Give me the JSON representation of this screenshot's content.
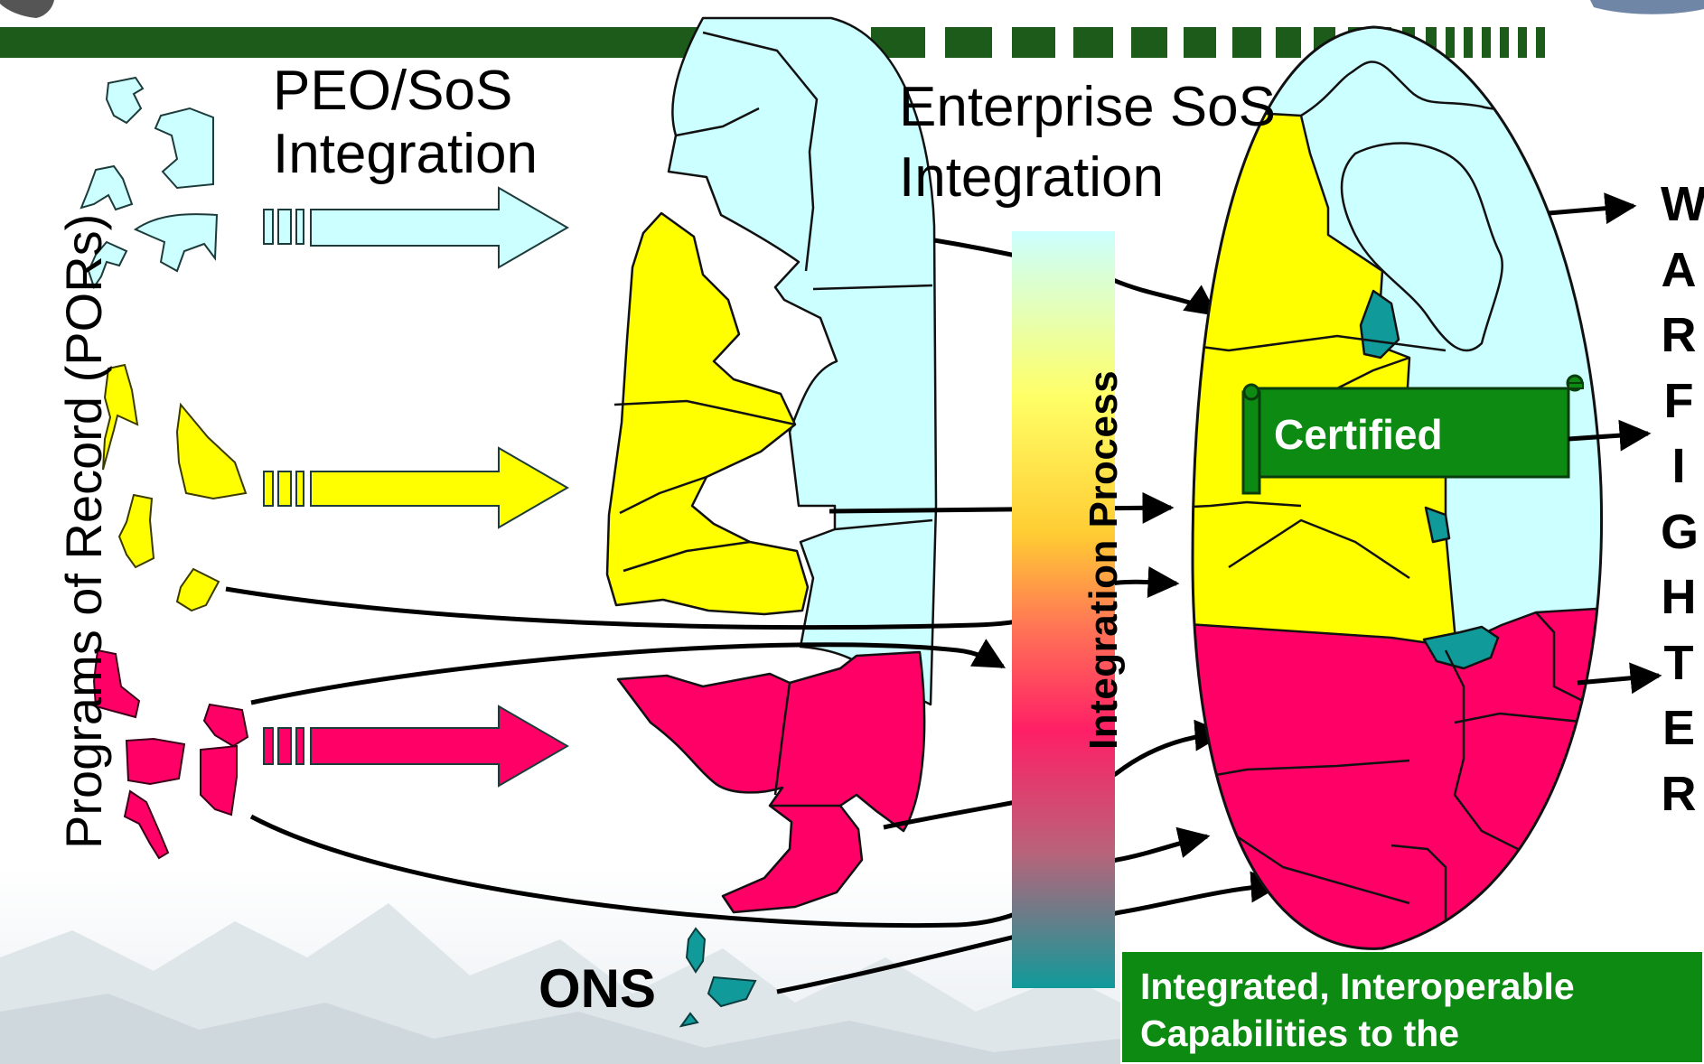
{
  "labels": {
    "peo_sos": "PEO/SoS",
    "peo_integration": "Integration",
    "enterprise_sos": "Enterprise SoS",
    "enterprise_integration": "Integration",
    "programs_of_record": "Programs of Record (PORs)",
    "ons": "ONS",
    "integration_process": "Integration  Process",
    "certified": "Certified",
    "warfighter_letters": [
      "W",
      "A",
      "R",
      "F",
      "I",
      "G",
      "H",
      "T",
      "E",
      "R"
    ],
    "bottom_line1": "Integrated, Interoperable",
    "bottom_line2": "Capabilities to the"
  },
  "colors": {
    "header_band": "#1d5b1a",
    "light_cyan": "#ccffff",
    "yellow": "#ffff00",
    "crimson": "#ff0066",
    "teal": "#109a9a",
    "cert_green": "#0c8a12"
  }
}
